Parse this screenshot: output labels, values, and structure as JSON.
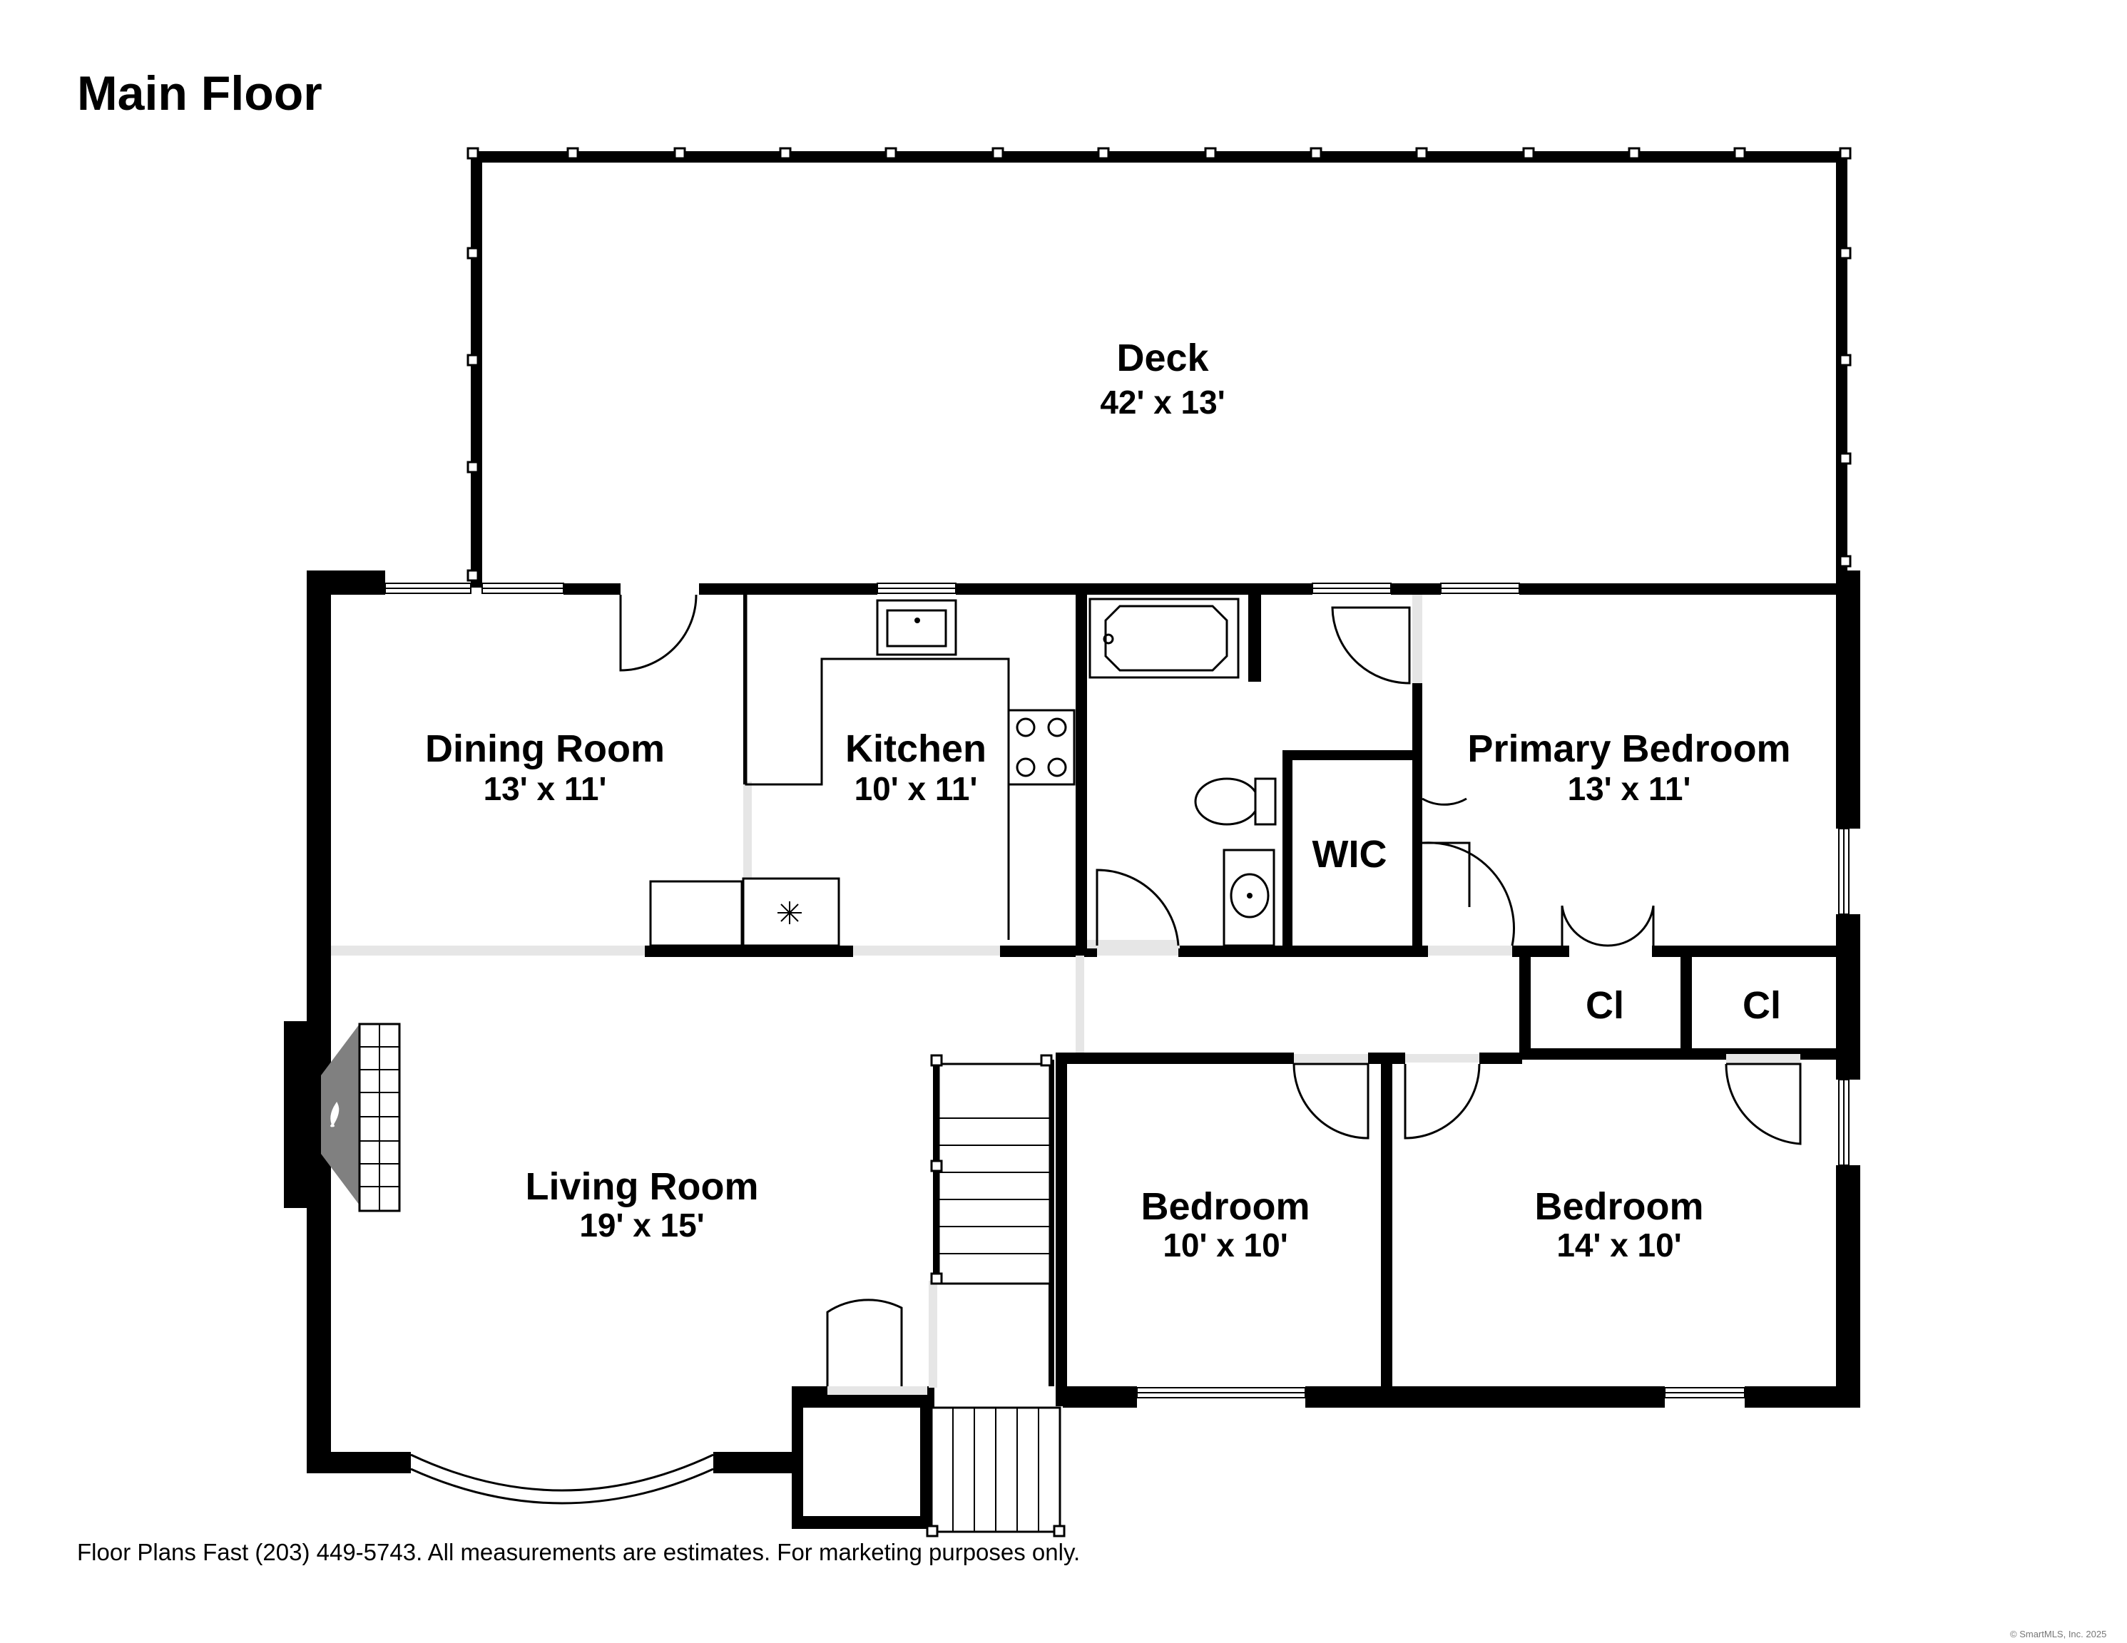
{
  "title": "Main Floor",
  "rooms": {
    "deck": {
      "name": "Deck",
      "dims": "42' x 13'"
    },
    "dining": {
      "name": "Dining Room",
      "dims": "13' x 11'"
    },
    "kitchen": {
      "name": "Kitchen",
      "dims": "10' x 11'"
    },
    "primary": {
      "name": "Primary Bedroom",
      "dims": "13' x 11'"
    },
    "wic": {
      "name": "WIC"
    },
    "closet1": {
      "name": "Cl"
    },
    "closet2": {
      "name": "Cl"
    },
    "living": {
      "name": "Living Room",
      "dims": "19' x 15'"
    },
    "bedroom1": {
      "name": "Bedroom",
      "dims": "10' x 10'"
    },
    "bedroom2": {
      "name": "Bedroom",
      "dims": "14' x 10'"
    }
  },
  "footer": "Floor Plans Fast (203) 449-5743.  All measurements are estimates.  For marketing purposes only.",
  "copyright": "© SmartMLS, Inc. 2025"
}
